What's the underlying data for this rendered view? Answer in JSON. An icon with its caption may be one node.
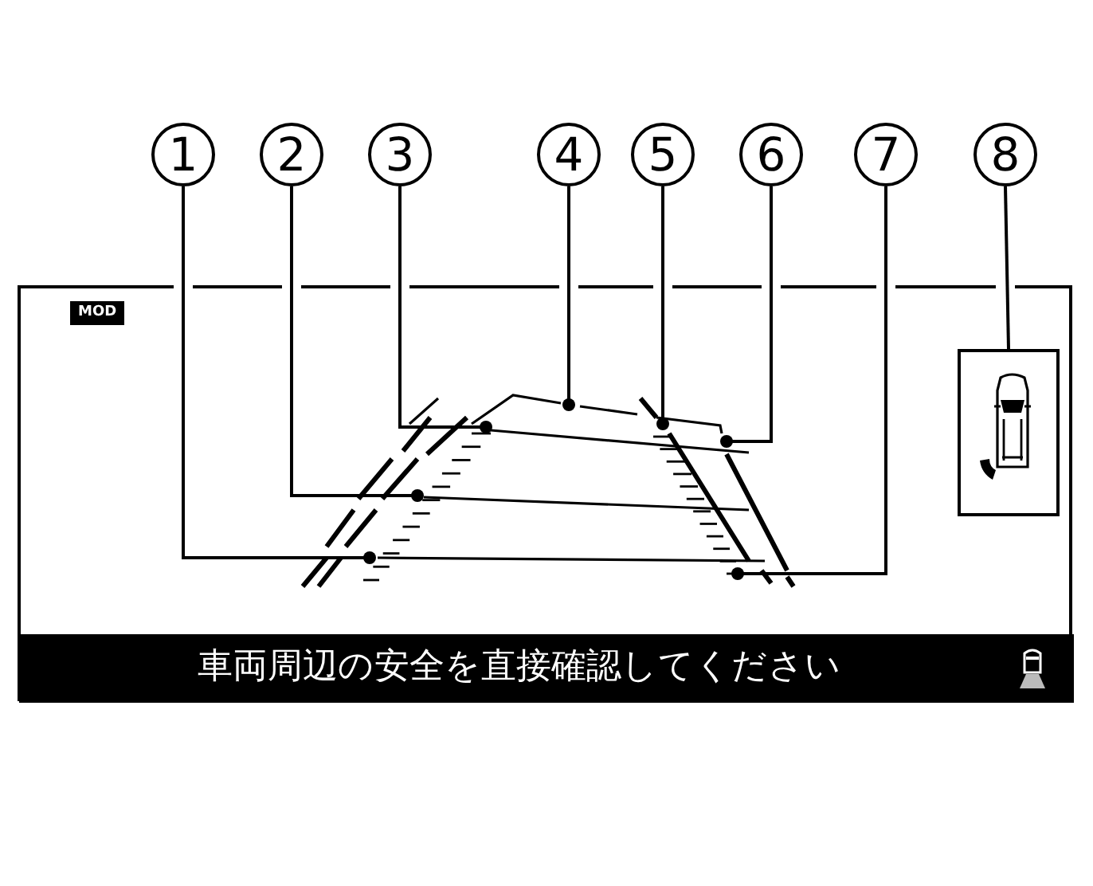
{
  "diagram": {
    "nodes": [
      {
        "text": [
          "1"
        ]
      },
      {
        "text": [
          "2"
        ]
      },
      {
        "text": [
          "3"
        ]
      },
      {
        "text": [
          "4"
        ]
      },
      {
        "text": [
          "5"
        ]
      },
      {
        "text": [
          "6"
        ]
      },
      {
        "text": [
          "7"
        ]
      },
      {
        "text": [
          "8"
        ]
      },
      {
        "text": [],
        "shape": "box"
      }
    ],
    "edges": [
      {
        "from": 0,
        "to": null,
        "arrow": "other"
      },
      {
        "from": 1,
        "to": null,
        "arrow": "other"
      },
      {
        "from": 2,
        "to": null,
        "arrow": "other"
      },
      {
        "from": 3,
        "to": null,
        "arrow": "other"
      },
      {
        "from": 4,
        "to": null,
        "arrow": "other"
      },
      {
        "from": 5,
        "to": null,
        "arrow": "other"
      },
      {
        "from": 6,
        "to": null,
        "arrow": "other"
      },
      {
        "from": 7,
        "to": 8,
        "arrow": "none"
      }
    ],
    "labels": [
      "MOD",
      "車両周辺の安全を直接確認してください"
    ]
  }
}
